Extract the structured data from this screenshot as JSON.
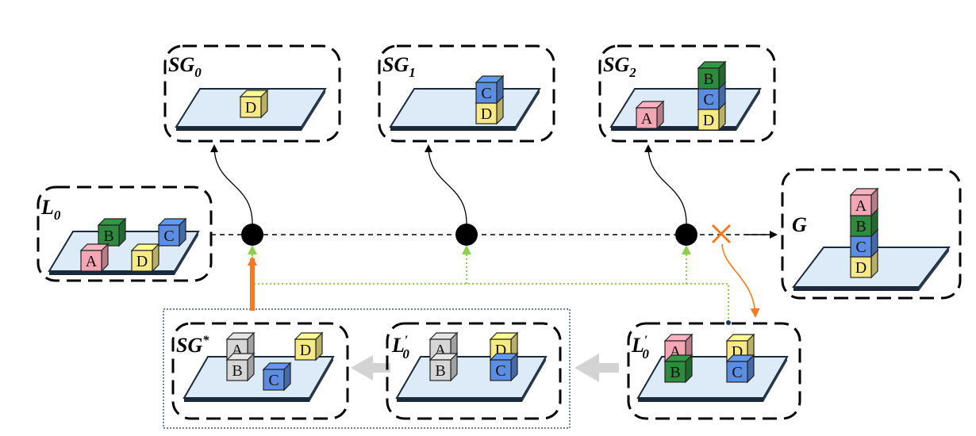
{
  "panels": {
    "sg0": {
      "name": "SG",
      "sub": "0"
    },
    "sg1": {
      "name": "SG",
      "sub": "1"
    },
    "sg2": {
      "name": "SG",
      "sub": "2"
    },
    "l0": {
      "name": "L",
      "sub": "0"
    },
    "goal": {
      "name": "G"
    },
    "sgstar": {
      "name": "SG",
      "sup": "*"
    },
    "l0p_mid": {
      "name": "L",
      "sup": "′",
      "sub": "0"
    },
    "l0p_right": {
      "name": "L",
      "sup": "′",
      "sub": "0"
    }
  },
  "blocks": {
    "sg0": [
      "D"
    ],
    "sg1": [
      "C",
      "D"
    ],
    "sg2": [
      "A",
      "B",
      "C",
      "D"
    ],
    "l0": [
      "B",
      "C",
      "A",
      "D"
    ],
    "goal": [
      "A",
      "B",
      "C",
      "D"
    ],
    "sgstar": [
      "A",
      "B",
      "D",
      "C"
    ],
    "l0p_mid": [
      "A",
      "B",
      "D",
      "C"
    ],
    "l0p_right": [
      "A",
      "B",
      "D",
      "C"
    ]
  },
  "colors": {
    "A": "#f4a6b4",
    "B": "#2e8b3e",
    "C": "#5b8ee0",
    "D": "#f7ea86",
    "grey": "#d6d6d6",
    "plate": "#dcebf7",
    "orange": "#f47a1f",
    "green_dotted": "#8bd14f",
    "grey_arrow": "#d3d3d3"
  }
}
